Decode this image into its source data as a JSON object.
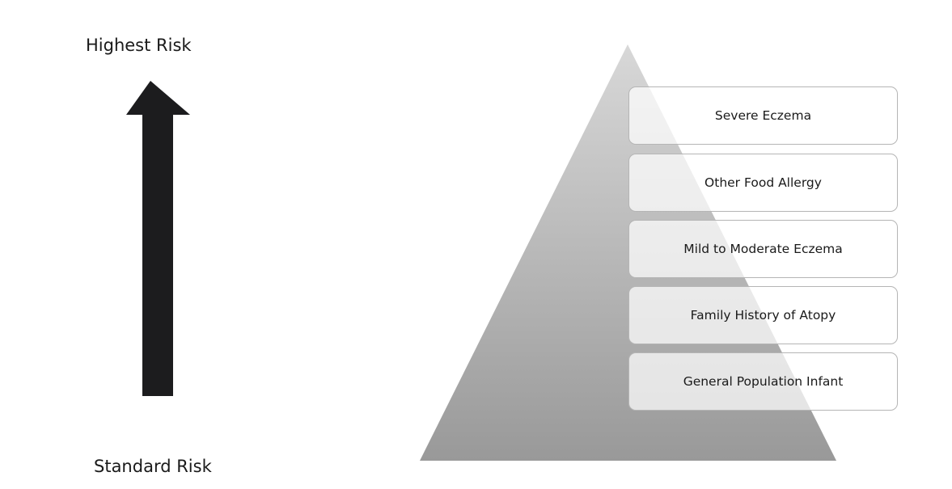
{
  "risk_axis": {
    "top_label": "Highest Risk",
    "bottom_label": "Standard Risk"
  },
  "pyramid": {
    "tiers": [
      "Severe Eczema",
      "Other Food Allergy",
      "Mild to Moderate Eczema",
      "Family History of Atopy",
      "General Population Infant"
    ]
  },
  "colors": {
    "arrow": "#1c1c1e",
    "pyramid_top": "#d6d6d6",
    "pyramid_bottom": "#9a9a9a",
    "box_border": "#b5b5b5"
  }
}
